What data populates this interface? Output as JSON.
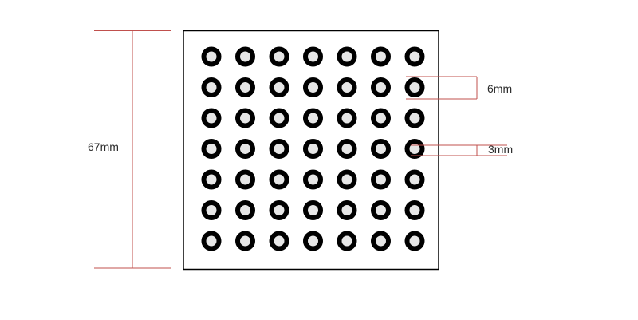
{
  "grid": {
    "rows": 7,
    "cols": 7
  },
  "dimensions": {
    "overall": "67mm",
    "ring_outer": "6mm",
    "ring_inner": "3mm"
  },
  "colors": {
    "dimension_line": "#c0504d",
    "ring": "#000000",
    "ring_center": "#e6e6e6",
    "board_border": "#000000",
    "text": "#2b2b2b"
  }
}
